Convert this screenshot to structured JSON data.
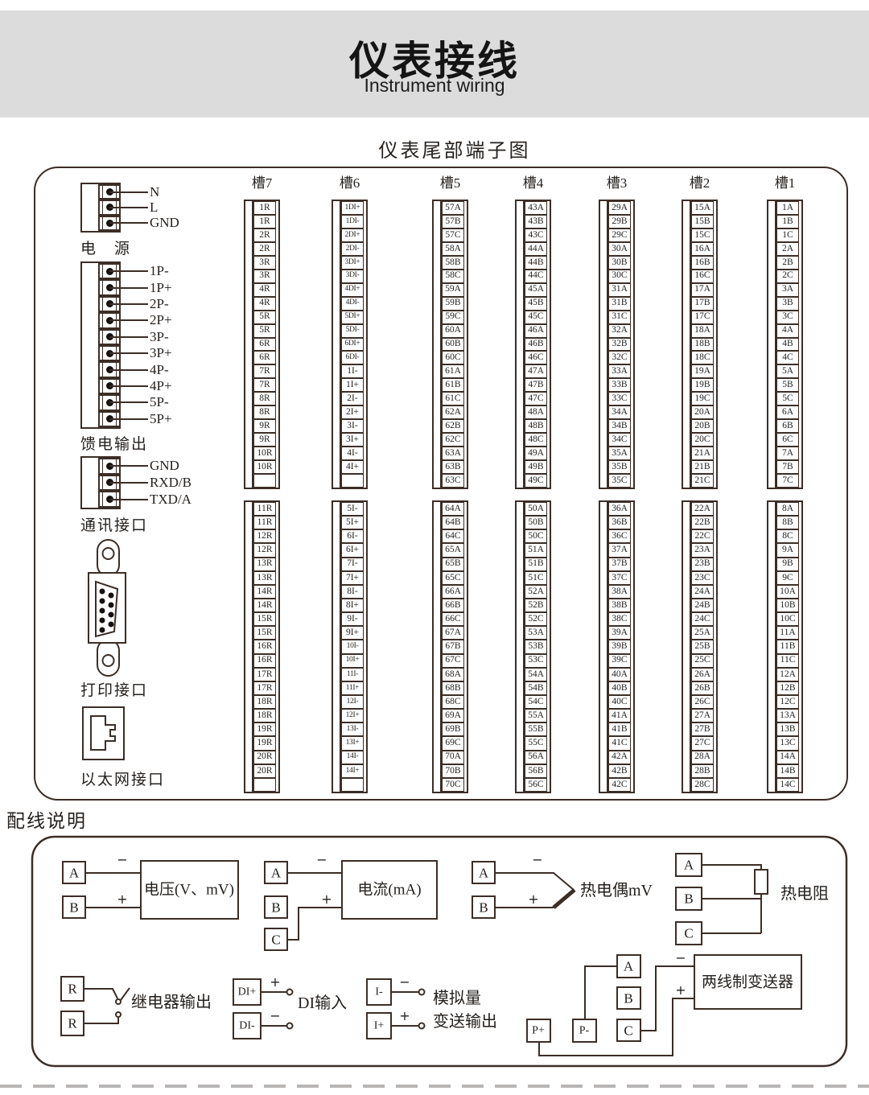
{
  "header": {
    "title": "仪表接线",
    "subtitle": "Instrument wiring"
  },
  "diagram_title": "仪表尾部端子图",
  "left_panel": {
    "connectors": [
      {
        "id": "power",
        "label": "电　源",
        "terminals": [
          "N",
          "L",
          "GND"
        ]
      },
      {
        "id": "feed-output",
        "label": "馈电输出",
        "terminals": [
          "1P-",
          "1P+",
          "2P-",
          "2P+",
          "3P-",
          "3P+",
          "4P-",
          "4P+",
          "5P-",
          "5P+"
        ]
      },
      {
        "id": "comm-port",
        "label": "通讯接口",
        "terminals": [
          "GND",
          "RXD/B",
          "TXD/A"
        ]
      }
    ],
    "print_port_label": "打印接口",
    "ethernet_label": "以太网接口"
  },
  "slots": [
    {
      "name": "槽7",
      "upper": [
        "1R",
        "1R",
        "2R",
        "2R",
        "3R",
        "3R",
        "4R",
        "4R",
        "5R",
        "5R",
        "6R",
        "6R",
        "7R",
        "7R",
        "8R",
        "8R",
        "9R",
        "9R",
        "10R",
        "10R",
        ""
      ],
      "lower": [
        "11R",
        "11R",
        "12R",
        "12R",
        "13R",
        "13R",
        "14R",
        "14R",
        "15R",
        "15R",
        "16R",
        "16R",
        "17R",
        "17R",
        "18R",
        "18R",
        "19R",
        "19R",
        "20R",
        "20R",
        ""
      ]
    },
    {
      "name": "槽6",
      "upper": [
        "1DI+",
        "1DI-",
        "2DI+",
        "2DI-",
        "3DI+",
        "3DI-",
        "4DI+",
        "4DI-",
        "5DI+",
        "5DI-",
        "6DI+",
        "6DI-",
        "1I-",
        "1I+",
        "2I-",
        "2I+",
        "3I-",
        "3I+",
        "4I-",
        "4I+",
        ""
      ],
      "lower": [
        "5I-",
        "5I+",
        "6I-",
        "6I+",
        "7I-",
        "7I+",
        "8I-",
        "8I+",
        "9I-",
        "9I+",
        "10I-",
        "10I+",
        "11I-",
        "11I+",
        "12I-",
        "12I+",
        "13I-",
        "13I+",
        "14I-",
        "14I+",
        ""
      ]
    },
    {
      "name": "槽5",
      "upper": [
        "57A",
        "57B",
        "57C",
        "58A",
        "58B",
        "58C",
        "59A",
        "59B",
        "59C",
        "60A",
        "60B",
        "60C",
        "61A",
        "61B",
        "61C",
        "62A",
        "62B",
        "62C",
        "63A",
        "63B",
        "63C"
      ],
      "lower": [
        "64A",
        "64B",
        "64C",
        "65A",
        "65B",
        "65C",
        "66A",
        "66B",
        "66C",
        "67A",
        "67B",
        "67C",
        "68A",
        "68B",
        "68C",
        "69A",
        "69B",
        "69C",
        "70A",
        "70B",
        "70C"
      ]
    },
    {
      "name": "槽4",
      "upper": [
        "43A",
        "43B",
        "43C",
        "44A",
        "44B",
        "44C",
        "45A",
        "45B",
        "45C",
        "46A",
        "46B",
        "46C",
        "47A",
        "47B",
        "47C",
        "48A",
        "48B",
        "48C",
        "49A",
        "49B",
        "49C"
      ],
      "lower": [
        "50A",
        "50B",
        "50C",
        "51A",
        "51B",
        "51C",
        "52A",
        "52B",
        "52C",
        "53A",
        "53B",
        "53C",
        "54A",
        "54B",
        "54C",
        "55A",
        "55B",
        "55C",
        "56A",
        "56B",
        "56C"
      ]
    },
    {
      "name": "槽3",
      "upper": [
        "29A",
        "29B",
        "29C",
        "30A",
        "30B",
        "30C",
        "31A",
        "31B",
        "31C",
        "32A",
        "32B",
        "32C",
        "33A",
        "33B",
        "33C",
        "34A",
        "34B",
        "34C",
        "35A",
        "35B",
        "35C"
      ],
      "lower": [
        "36A",
        "36B",
        "36C",
        "37A",
        "37B",
        "37C",
        "38A",
        "38B",
        "38C",
        "39A",
        "39B",
        "39C",
        "40A",
        "40B",
        "40C",
        "41A",
        "41B",
        "41C",
        "42A",
        "42B",
        "42C"
      ]
    },
    {
      "name": "槽2",
      "upper": [
        "15A",
        "15B",
        "15C",
        "16A",
        "16B",
        "16C",
        "17A",
        "17B",
        "17C",
        "18A",
        "18B",
        "18C",
        "19A",
        "19B",
        "19C",
        "20A",
        "20B",
        "20C",
        "21A",
        "21B",
        "21C"
      ],
      "lower": [
        "22A",
        "22B",
        "22C",
        "23A",
        "23B",
        "23C",
        "24A",
        "24B",
        "24C",
        "25A",
        "25B",
        "25C",
        "26A",
        "26B",
        "26C",
        "27A",
        "27B",
        "27C",
        "28A",
        "28B",
        "28C"
      ]
    },
    {
      "name": "槽1",
      "upper": [
        "1A",
        "1B",
        "1C",
        "2A",
        "2B",
        "2C",
        "3A",
        "3B",
        "3C",
        "4A",
        "4B",
        "4C",
        "5A",
        "5B",
        "5C",
        "6A",
        "6B",
        "6C",
        "7A",
        "7B",
        "7C"
      ],
      "lower": [
        "8A",
        "8B",
        "8C",
        "9A",
        "9B",
        "9C",
        "10A",
        "10B",
        "10C",
        "11A",
        "11B",
        "11C",
        "12A",
        "12B",
        "12C",
        "13A",
        "13B",
        "13C",
        "14A",
        "14B",
        "14C"
      ]
    }
  ],
  "wiring_section": {
    "heading": "配线说明",
    "examples": {
      "voltage": {
        "terminals": [
          "A",
          "B"
        ],
        "minus": "−",
        "plus": "+",
        "label": "电压(V、mV)"
      },
      "current": {
        "terminals": [
          "A",
          "B",
          "C"
        ],
        "minus": "−",
        "plus": "+",
        "label": "电流(mA)"
      },
      "thermocouple": {
        "terminals": [
          "A",
          "B"
        ],
        "minus": "−",
        "plus": "+",
        "label": "热电偶mV"
      },
      "rtd": {
        "terminals": [
          "A",
          "B",
          "C"
        ],
        "label": "热电阻"
      },
      "relay": {
        "terminals": [
          "R",
          "R"
        ],
        "label": "继电器输出"
      },
      "di": {
        "terminals": [
          "DI+",
          "DI-"
        ],
        "plus": "+",
        "minus": "−",
        "label": "DI输入"
      },
      "analog": {
        "terminals": [
          "I-",
          "I+"
        ],
        "minus": "−",
        "plus": "+",
        "label_line1": "模拟量",
        "label_line2": "变送输出"
      },
      "transmitter": {
        "terminals": [
          "A",
          "B",
          "C"
        ],
        "power_terminals": [
          "P+",
          "P-"
        ],
        "minus": "−",
        "plus": "+",
        "label": "两线制变送器"
      }
    }
  }
}
